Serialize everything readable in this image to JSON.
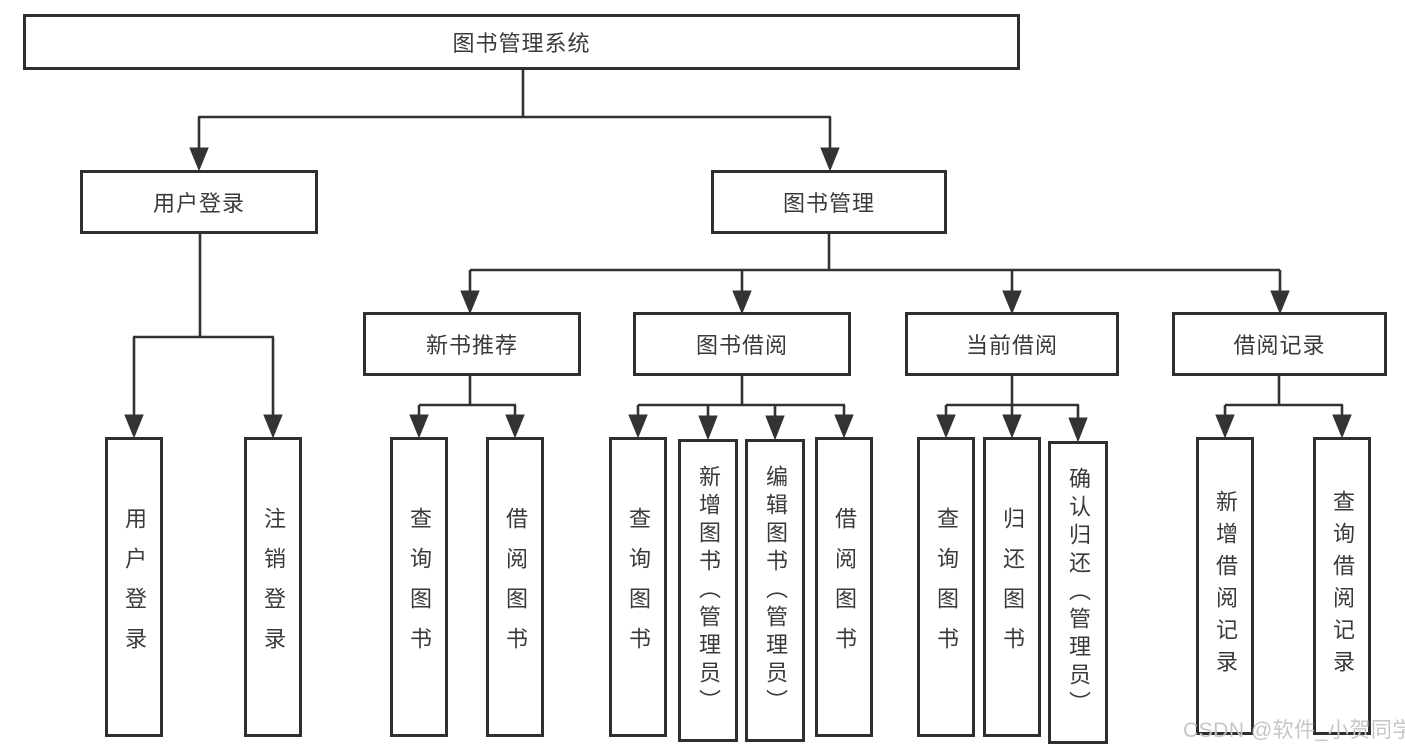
{
  "colors": {
    "background": "#ffffff",
    "line": "#333333",
    "box_border": "#2f2f2f",
    "text": "#3a3a3a",
    "watermark": "#c6c6c6"
  },
  "diagram": {
    "root": {
      "label": "图书管理系统"
    },
    "branches": [
      {
        "label": "用户登录",
        "children": [
          {
            "label": "用户登录"
          },
          {
            "label": "注销登录"
          }
        ]
      },
      {
        "label": "图书管理",
        "children": [
          {
            "label": "新书推荐",
            "children": [
              {
                "label": "查询图书"
              },
              {
                "label": "借阅图书"
              }
            ]
          },
          {
            "label": "图书借阅",
            "children": [
              {
                "label": "查询图书"
              },
              {
                "label": "新增图书（管理员）"
              },
              {
                "label": "编辑图书（管理员）"
              },
              {
                "label": "借阅图书"
              }
            ]
          },
          {
            "label": "当前借阅",
            "children": [
              {
                "label": "查询图书"
              },
              {
                "label": "归还图书"
              },
              {
                "label": "确认归还（管理员）"
              }
            ]
          },
          {
            "label": "借阅记录",
            "children": [
              {
                "label": "新增借阅记录"
              },
              {
                "label": "查询借阅记录"
              }
            ]
          }
        ]
      }
    ]
  },
  "watermark": {
    "text": "CSDN @软件_小贺同学"
  }
}
